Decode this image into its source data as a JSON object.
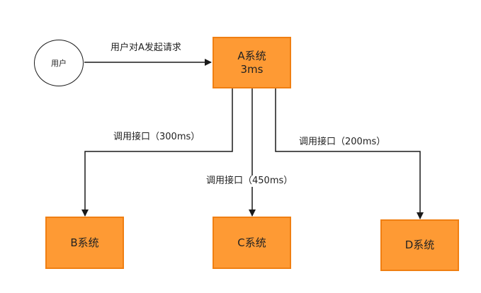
{
  "nodes": {
    "user": "用户",
    "system_a": {
      "name": "A系统",
      "latency": "3ms"
    },
    "system_b": "B系统",
    "system_c": "C系统",
    "system_d": "D系统"
  },
  "edges": {
    "user_to_a": "用户对A发起请求",
    "a_to_b": "调用接口（300ms）",
    "a_to_c": "调用接口（450ms）",
    "a_to_d": "调用接口（200ms）"
  },
  "colors": {
    "box_fill": "#fe9a34",
    "box_border": "#f07f12",
    "line": "#1a1a1a"
  }
}
